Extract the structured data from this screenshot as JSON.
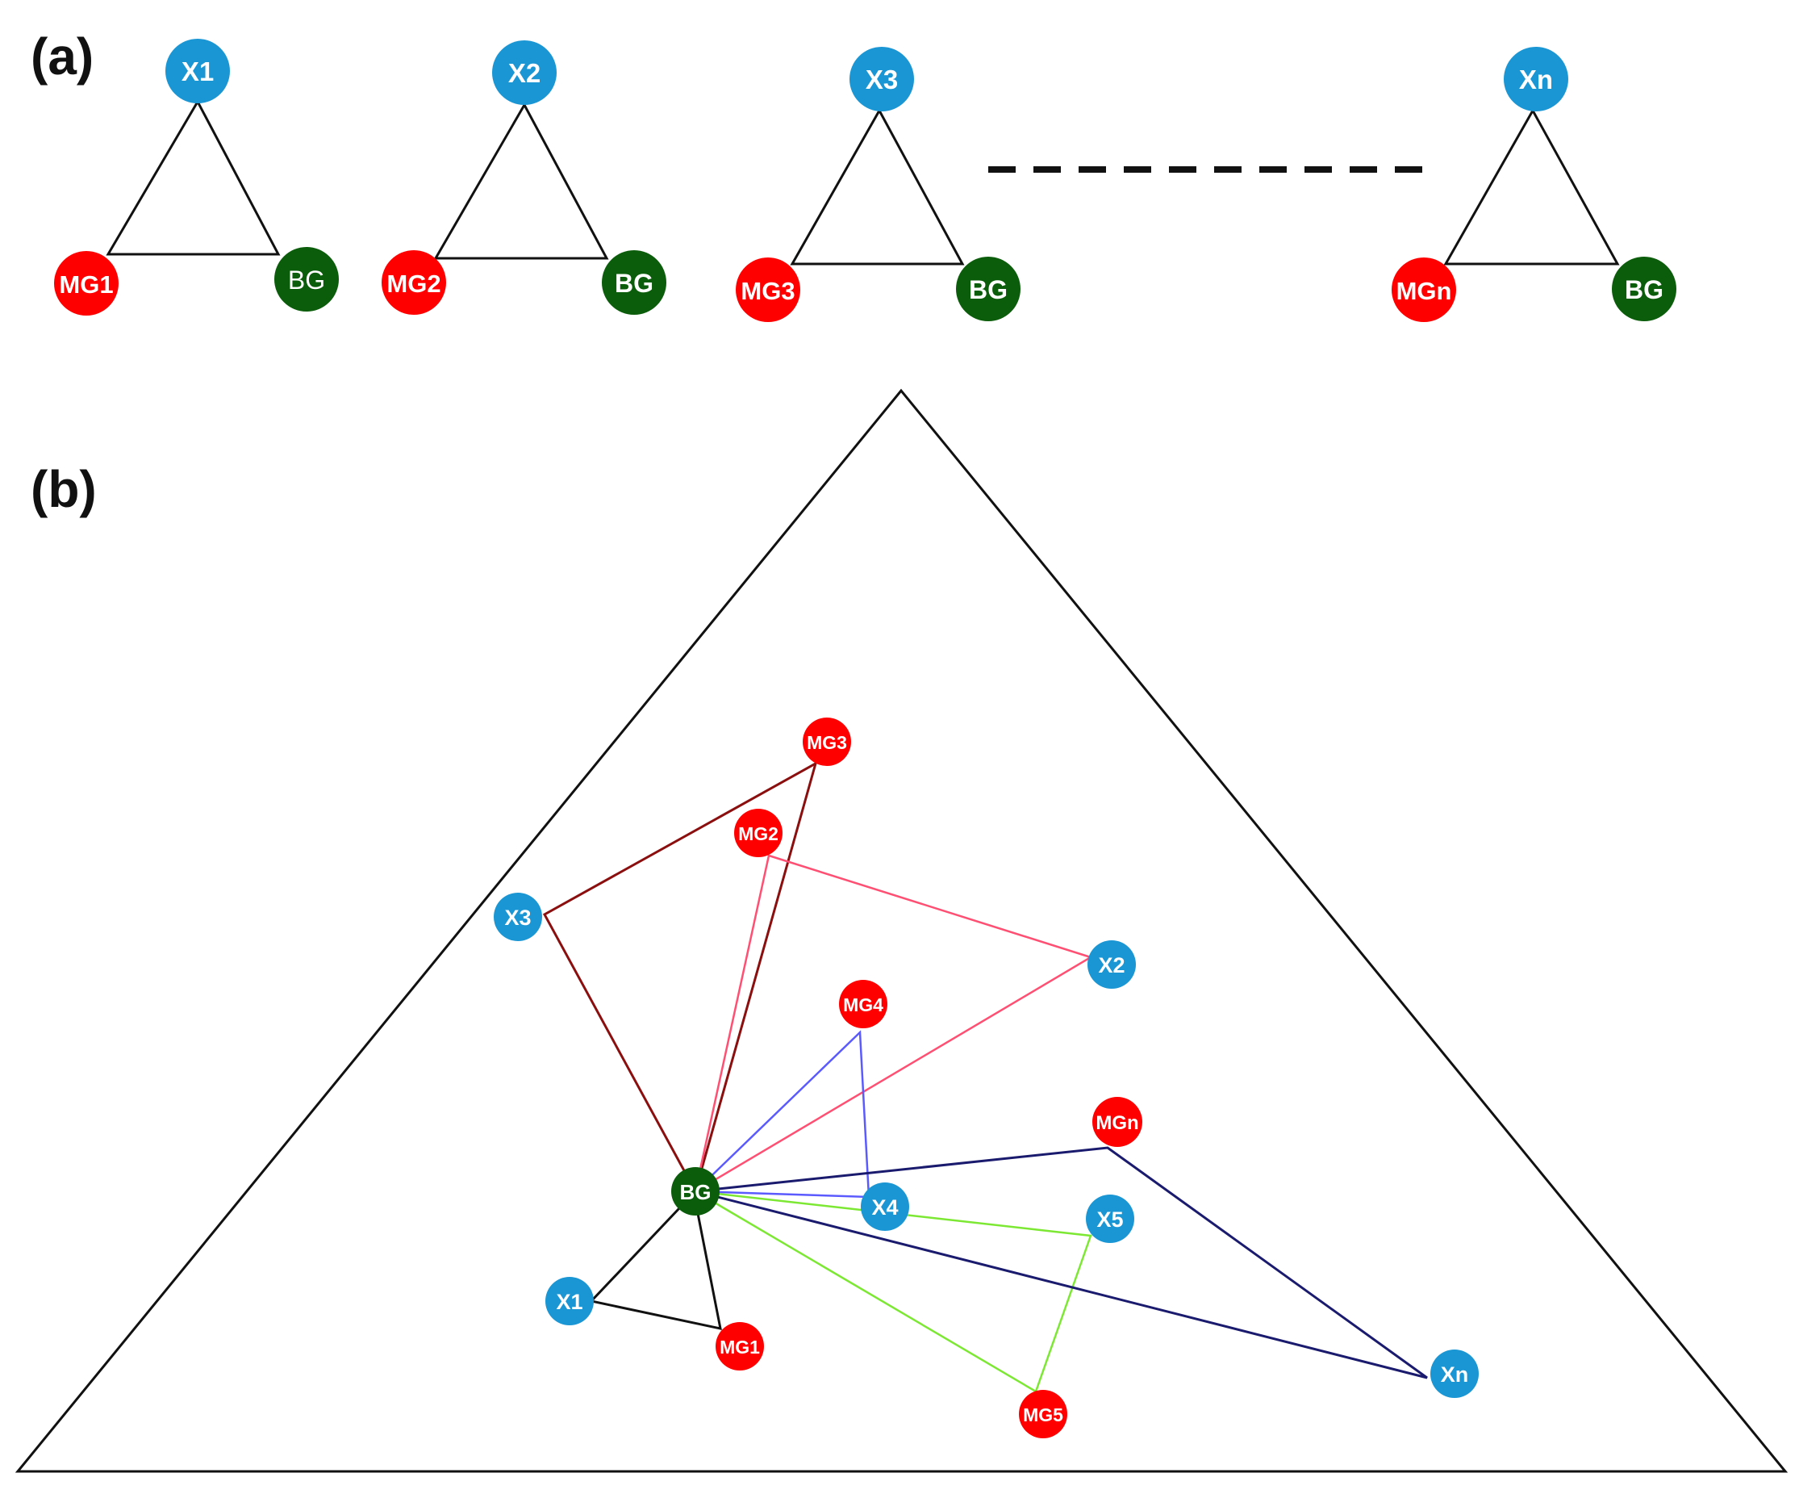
{
  "colors": {
    "x_node": "#1a96d4",
    "mg_node": "#ff0000",
    "bg_node": "#0b5c0b",
    "outline": "#111111",
    "dashes": "#111111",
    "edge_x1": "#111111",
    "edge_x2": "#ff4f72",
    "edge_x3": "#8b0f0f",
    "edge_x4": "#5a5aff",
    "edge_x5": "#7de834",
    "edge_xn": "#1a1a6e"
  },
  "panel_a": {
    "label": "(a)",
    "triangles": [
      {
        "x": "X1",
        "mg": "MG1",
        "bg": "BG"
      },
      {
        "x": "X2",
        "mg": "MG2",
        "bg": "BG"
      },
      {
        "x": "X3",
        "mg": "MG3",
        "bg": "BG"
      },
      {
        "x": "Xn",
        "mg": "MGn",
        "bg": "BG"
      }
    ]
  },
  "panel_b": {
    "label": "(b)",
    "bg": "BG",
    "x_nodes": [
      "X1",
      "X2",
      "X3",
      "X4",
      "X5",
      "Xn"
    ],
    "mg_nodes": [
      "MG1",
      "MG2",
      "MG3",
      "MG4",
      "MG5",
      "MGn"
    ]
  }
}
